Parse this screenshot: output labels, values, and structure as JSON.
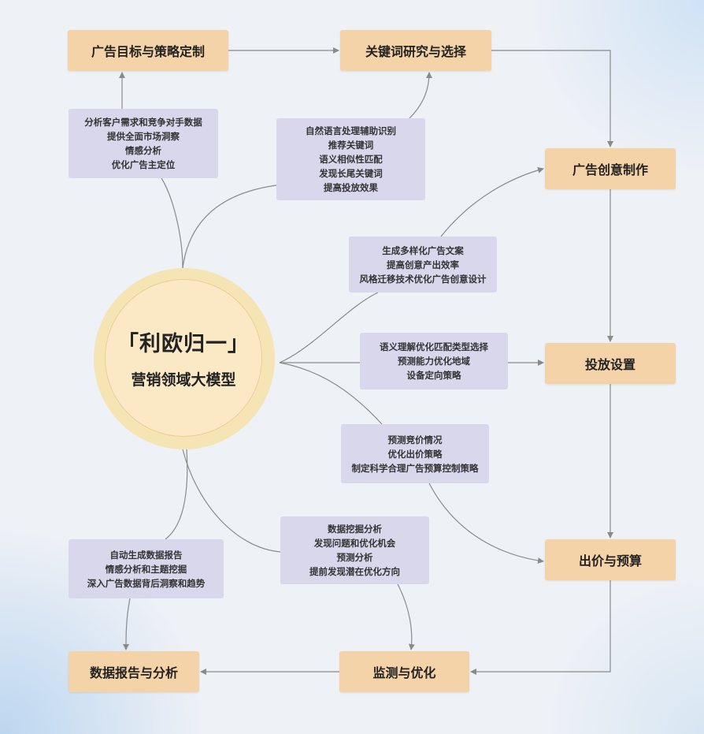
{
  "center": {
    "title": "「利欧归一」",
    "subtitle": "营销领域大模型"
  },
  "steps": [
    "广告目标与策略定制",
    "关键词研究与选择",
    "广告创意制作",
    "投放设置",
    "出价与预算",
    "监测与优化",
    "数据报告与分析"
  ],
  "notes": [
    [
      "分析客户需求和竞争对手数据",
      "提供全面市场洞察",
      "情感分析",
      "优化广告主定位"
    ],
    [
      "自然语言处理辅助识别",
      "推荐关键词",
      "语义相似性匹配",
      "发现长尾关键词",
      "提高投放效果"
    ],
    [
      "生成多样化广告文案",
      "提高创意产出效率",
      "风格迁移技术优化广告创意设计"
    ],
    [
      "语义理解优化匹配类型选择",
      "预测能力优化地域",
      "设备定向策略"
    ],
    [
      "预测竞价情况",
      "优化出价策略",
      "制定科学合理广告预算控制策略"
    ],
    [
      "数据挖掘分析",
      "发现问题和优化机会",
      "预测分析",
      "提前发现潜在优化方向"
    ],
    [
      "自动生成数据报告",
      "情感分析和主题挖掘",
      "深入广告数据背后洞察和趋势"
    ]
  ],
  "colors": {
    "step": "#f5d3a8",
    "note": "#d9d7ec",
    "line": "#8a8a8a"
  }
}
